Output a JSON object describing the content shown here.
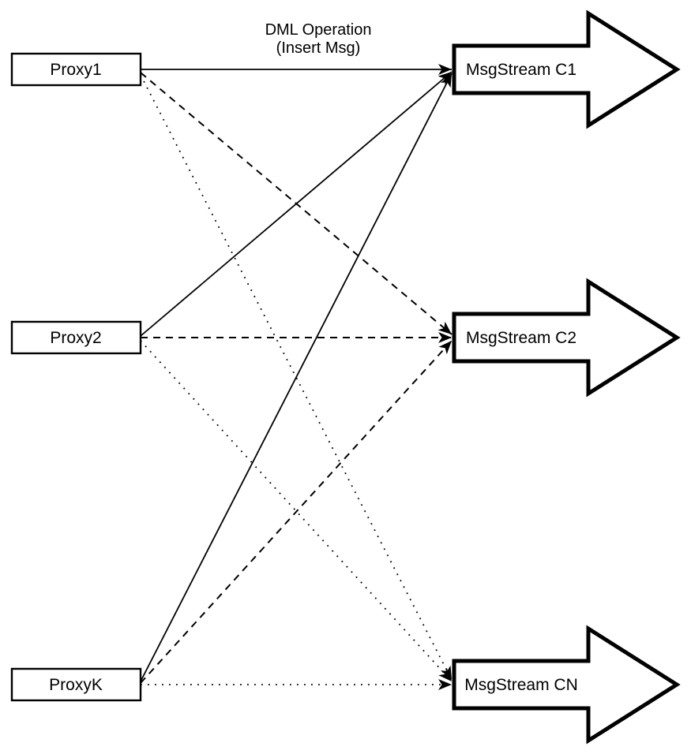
{
  "diagram": {
    "annotation": {
      "line1": "DML Operation",
      "line2": "(Insert Msg)"
    },
    "proxies": [
      {
        "label": "Proxy1"
      },
      {
        "label": "Proxy2"
      },
      {
        "label": "ProxyK"
      }
    ],
    "streams": [
      {
        "label": "MsgStream C1"
      },
      {
        "label": "MsgStream C2"
      },
      {
        "label": "MsgStream CN"
      }
    ],
    "edges": [
      {
        "from": "Proxy1",
        "to": "MsgStream C1",
        "style": "solid"
      },
      {
        "from": "Proxy1",
        "to": "MsgStream C2",
        "style": "dashed"
      },
      {
        "from": "Proxy1",
        "to": "MsgStream CN",
        "style": "dotted"
      },
      {
        "from": "Proxy2",
        "to": "MsgStream C1",
        "style": "solid"
      },
      {
        "from": "Proxy2",
        "to": "MsgStream C2",
        "style": "dashed"
      },
      {
        "from": "Proxy2",
        "to": "MsgStream CN",
        "style": "dotted"
      },
      {
        "from": "ProxyK",
        "to": "MsgStream C1",
        "style": "solid"
      },
      {
        "from": "ProxyK",
        "to": "MsgStream C2",
        "style": "dashed"
      },
      {
        "from": "ProxyK",
        "to": "MsgStream CN",
        "style": "dotted"
      }
    ],
    "legend": {
      "solid_means": "route to MsgStream C1",
      "dashed_means": "route to MsgStream C2",
      "dotted_means": "route to MsgStream CN"
    },
    "colors": {
      "stroke": "#000000",
      "fill": "#ffffff",
      "background": "#ffffff"
    }
  }
}
